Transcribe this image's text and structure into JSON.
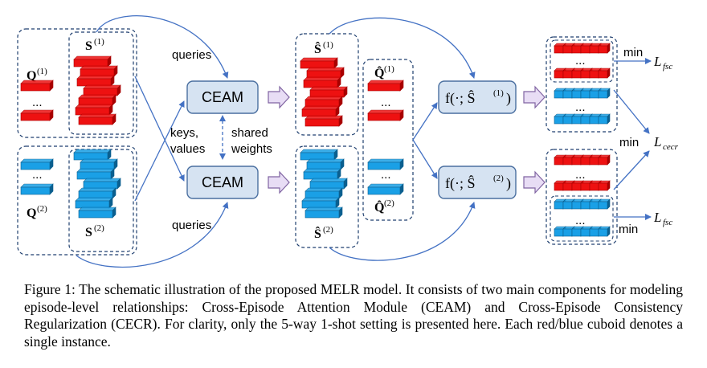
{
  "diagram": {
    "set_labels": {
      "q1": "Q",
      "q1_sup": "(1)",
      "s1": "S",
      "s1_sup": "(1)",
      "q2": "Q",
      "q2_sup": "(2)",
      "s2": "S",
      "s2_sup": "(2)",
      "s1hat": "Ŝ",
      "s1hat_sup": "(1)",
      "s2hat": "Ŝ",
      "s2hat_sup": "(2)",
      "q1hat": "Q̂",
      "q1hat_sup": "(1)",
      "q2hat": "Q̂",
      "q2hat_sup": "(2)"
    },
    "dots": "...",
    "module_label": "CEAM",
    "edge_labels": {
      "queries_top": "queries",
      "queries_bottom": "queries",
      "keys": "keys,",
      "values": "values",
      "shared": "shared",
      "weights": "weights"
    },
    "func_top": "f(·; Ŝ",
    "func_top_sup": "(1)",
    "func_bottom": "f(·; Ŝ",
    "func_bottom_sup": "(2)",
    "close_paren": ")",
    "min_label": "min",
    "loss_fsc": "L",
    "loss_fsc_sub": "fsc",
    "loss_cecr": "L",
    "loss_cecr_sub": "cecr",
    "colors": {
      "red": "#ee1111",
      "red_dark": "#a80000",
      "blue": "#1aa0e6",
      "blue_dark": "#0a5f8f",
      "module_fill": "#d6e3f2",
      "module_stroke": "#4a6fa0",
      "arrow": "#4472c4",
      "box_arrow_fill": "#e8ddf5",
      "box_arrow_stroke": "#8064a2"
    }
  },
  "caption": {
    "text": "Figure 1: The schematic illustration of the proposed MELR model. It consists of two main components for modeling episode-level relationships: Cross-Episode Attention Module (CEAM) and Cross-Episode Consistency Regularization (CECR). For clarity, only the 5-way 1-shot setting is presented here. Each red/blue cuboid denotes a single instance."
  }
}
